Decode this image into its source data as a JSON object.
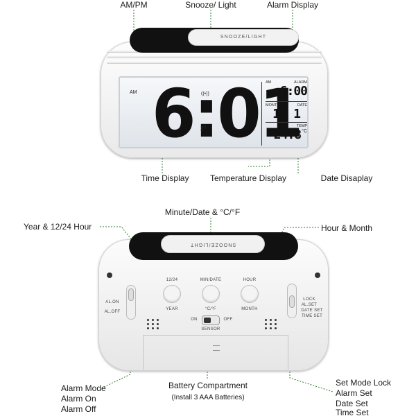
{
  "front_callouts": {
    "ampm": "AM/PM",
    "snooze_light": "Snooze/ Light",
    "alarm_display": "Alarm Display",
    "time_display": "Time Display",
    "temperature_display": "Temperature Display",
    "date_display": "Date Disaplay"
  },
  "front_clock": {
    "snooze_button_text": "SNOOZE/LIGHT",
    "lcd": {
      "ampm": "AM",
      "time": "6:01",
      "alarm_ampm": "AM",
      "alarm_label": "ALARM",
      "alarm_time": "6:00",
      "month_label": "MONTH",
      "date_label": "DATE",
      "month": "1",
      "date": "1",
      "temp_label": "TEMP",
      "temperature": "24.8",
      "temp_unit": "°C",
      "radio_icon": "((•))",
      "snooze_icon": "zᶻ"
    }
  },
  "back_callouts": {
    "minute_date": "Minute/Date & °C/°F",
    "year_hour": "Year & 12/24 Hour",
    "hour_month": "Hour & Month",
    "alarm_mode": "Alarm Mode",
    "alarm_on": "Alarm On",
    "alarm_off": "Alarm Off",
    "battery_title": "Battery Compartment",
    "battery_sub": "(Install 3 AAA Batteries)",
    "set_mode_lock": "Set Mode Lock",
    "alarm_set": "Alarm Set",
    "date_set": "Date Set",
    "time_set": "Time Set"
  },
  "back_clock": {
    "snooze_button_text": "SNOOZE/LIGHT",
    "btn_1224": "12/24",
    "btn_year": "YEAR",
    "btn_mindate": "MIN/DATE",
    "btn_cf": "°C/°F",
    "btn_hour": "HOUR",
    "btn_month": "MONTH",
    "sensor_on": "ON",
    "sensor_off": "OFF",
    "sensor_label": "SENSOR",
    "al_on": "AL.ON",
    "al_off": "AL.OFF",
    "lock": "LOCK",
    "al_set": "AL.SET",
    "date_set": "DATE SET",
    "time_set": "TIME SET"
  },
  "icons": [
    "radio-signal-icon",
    "snooze-zz-icon",
    "speaker-grille-icon",
    "screw-hole-icon"
  ]
}
